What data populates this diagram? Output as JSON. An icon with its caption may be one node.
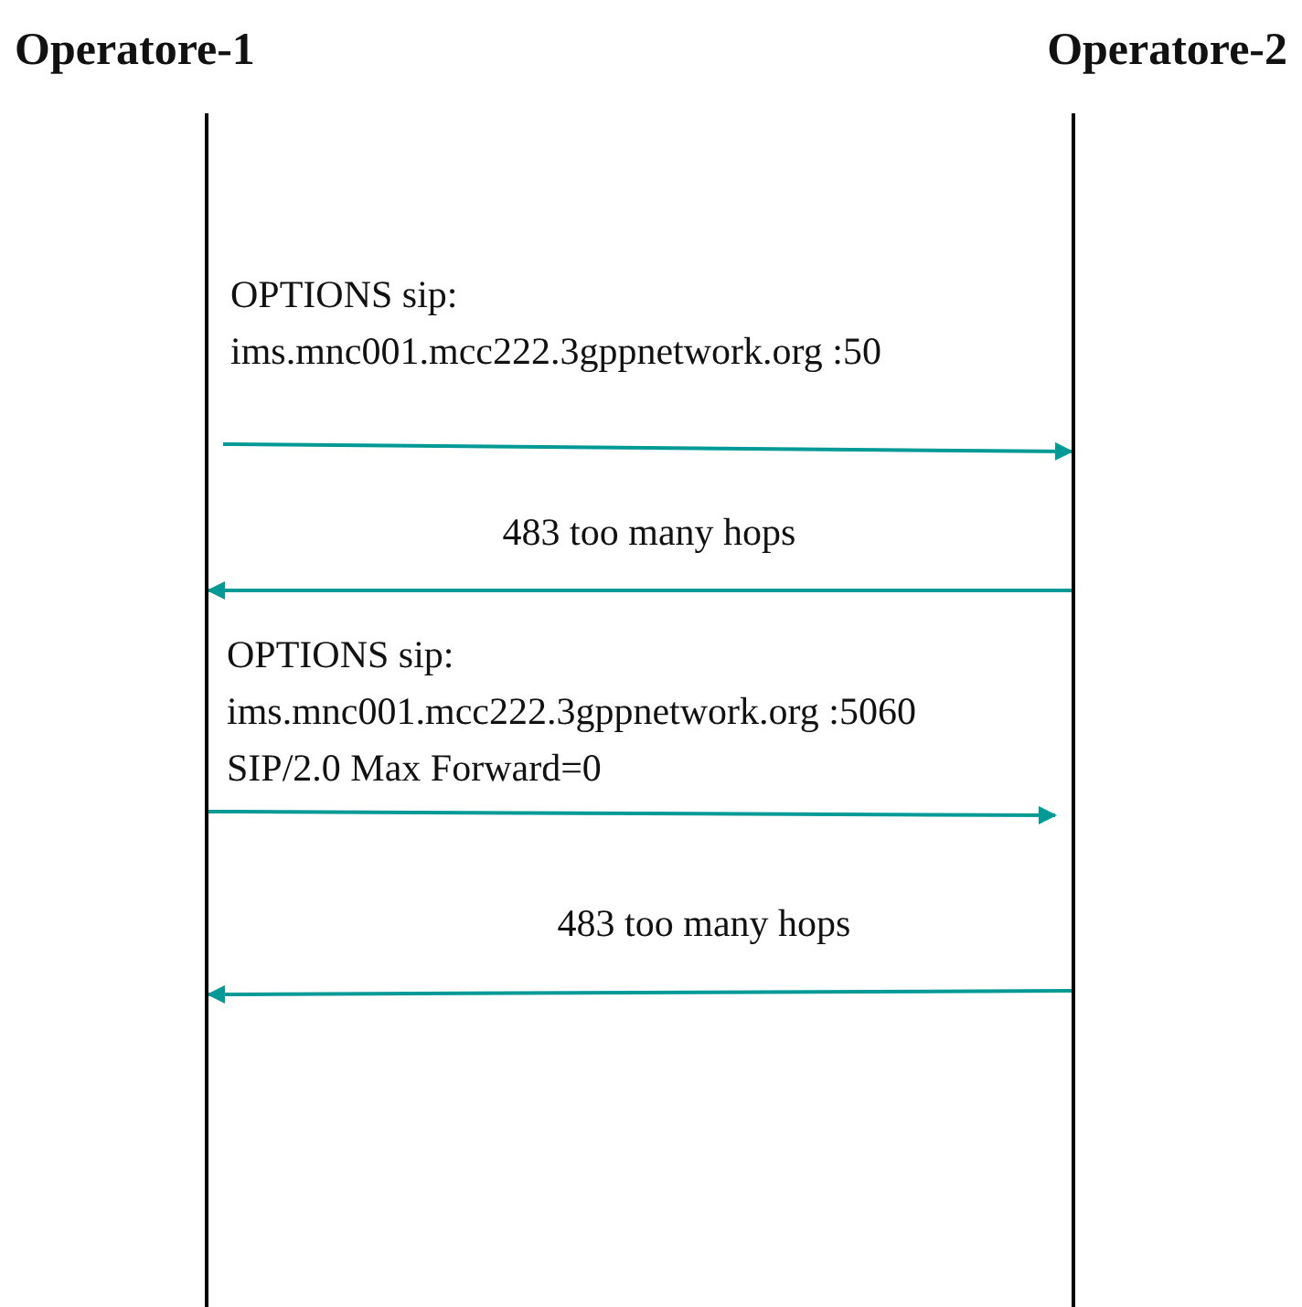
{
  "diagram": {
    "nodes": [
      {
        "text": [],
        "shape": "bar",
        "beside": [
          "Operatore-1"
        ]
      },
      {
        "text": [],
        "shape": "bar",
        "beside": [
          "Operatore-2"
        ]
      }
    ],
    "edges": [
      {
        "from": 0,
        "to": 1,
        "arrow": "to",
        "label": "OPTIONS sip: ims.mnc001.mcc222.3gppnetwork.org :50"
      },
      {
        "from": 1,
        "to": 0,
        "arrow": "to",
        "label": "483 too many hops"
      },
      {
        "from": 0,
        "to": 1,
        "arrow": "to",
        "label": "OPTIONS sip: ims.mnc001.mcc222.3gppnetwork.org :5060 SIP/2.0 Max Forward=0"
      },
      {
        "from": 1,
        "to": 0,
        "arrow": "to",
        "label": "483 too many hops"
      }
    ]
  }
}
